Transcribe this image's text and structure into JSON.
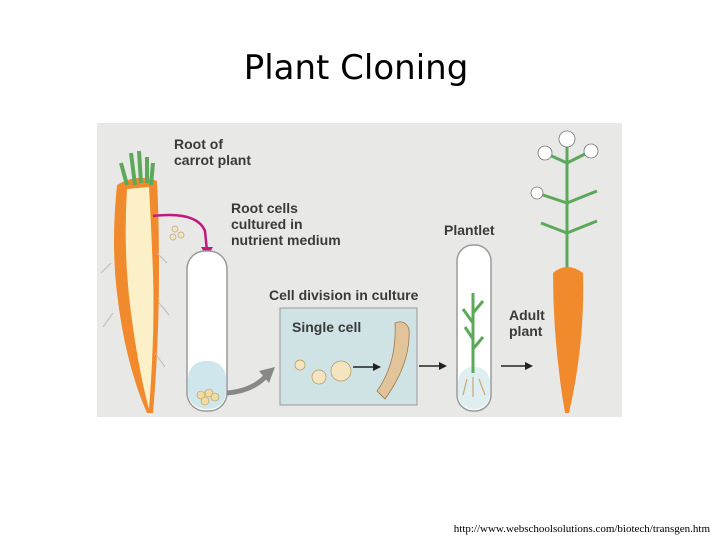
{
  "slide": {
    "title": "Plant Cloning",
    "source_url": "http://www.webschoolsolutions.com/biotech/transgen.htm"
  },
  "diagram": {
    "labels": {
      "root_label": "Root of\ncarrot plant",
      "cultured_label": "Root cells\ncultured in\nnutrient medium",
      "division_label": "Cell division in culture",
      "single_cell_label": "Single cell",
      "plantlet_label": "Plantlet",
      "adult_label": "Adult\nplant"
    },
    "colors": {
      "background": "#e8e8e6",
      "carrot_orange": "#f08a2c",
      "carrot_core": "#fbf0c8",
      "leaf_green": "#5da85a",
      "arrow_magenta": "#c0197e",
      "culture_box": "#cfe3e5"
    }
  }
}
